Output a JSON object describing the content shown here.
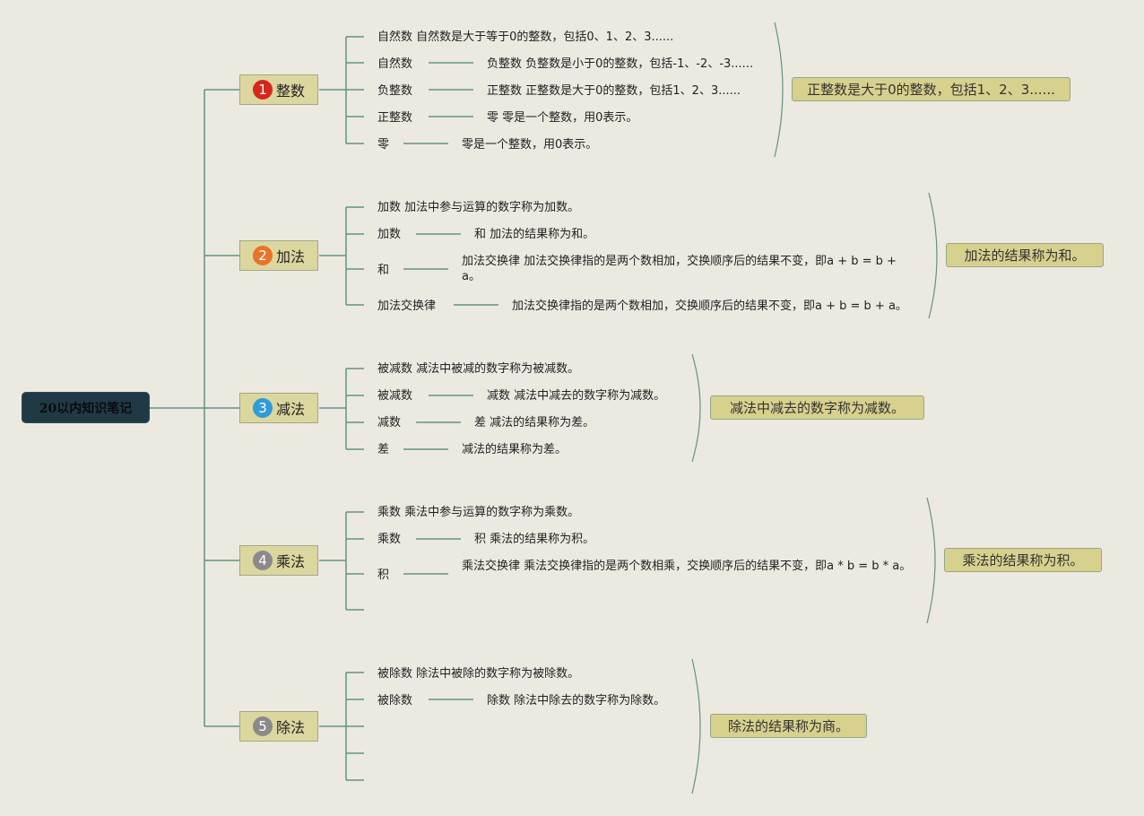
{
  "root": {
    "label": "20以内知识笔记"
  },
  "colors": {
    "background": "#ece9e1",
    "connector": "#5f9483",
    "root_fill": "#1f3a44",
    "topic_fill": "#dcd69f",
    "summary_fill": "#d8d08d",
    "badge_red": "#d7261b",
    "badge_orange": "#e8742a",
    "badge_blue": "#2f9bd8",
    "badge_gray": "#8a8a8a"
  },
  "topics": [
    {
      "num": "1",
      "label": "整数",
      "badge_color": "#d7261b",
      "summary": "正整数是大于0的整数，包括1、2、3......",
      "rows": [
        {
          "parts": [
            "自然数 自然数是大于等于0的整数，包括0、1、2、3......"
          ]
        },
        {
          "parts": [
            "自然数",
            "负整数 负整数是小于0的整数，包括-1、-2、-3......"
          ]
        },
        {
          "parts": [
            "负整数",
            "正整数 正整数是大于0的整数，包括1、2、3......"
          ]
        },
        {
          "parts": [
            "正整数",
            "零 零是一个整数，用0表示。"
          ]
        },
        {
          "parts": [
            "零",
            "零是一个整数，用0表示。"
          ]
        }
      ]
    },
    {
      "num": "2",
      "label": "加法",
      "badge_color": "#e8742a",
      "summary": "加法的结果称为和。",
      "rows": [
        {
          "parts": [
            "加数 加法中参与运算的数字称为加数。"
          ]
        },
        {
          "parts": [
            "加数",
            "和 加法的结果称为和。"
          ]
        },
        {
          "parts": [
            "和",
            "加法交换律 加法交换律指的是两个数相加，交换顺序后的结果不变，即a + b = b + a。"
          ]
        },
        {
          "parts": [
            "加法交换律",
            "加法交换律指的是两个数相加，交换顺序后的结果不变，即a + b = b + a。"
          ]
        }
      ]
    },
    {
      "num": "3",
      "label": "减法",
      "badge_color": "#2f9bd8",
      "summary": "减法中减去的数字称为减数。",
      "rows": [
        {
          "parts": [
            "被减数 减法中被减的数字称为被减数。"
          ]
        },
        {
          "parts": [
            "被减数",
            "减数 减法中减去的数字称为减数。"
          ]
        },
        {
          "parts": [
            "减数",
            "差 减法的结果称为差。"
          ]
        },
        {
          "parts": [
            "差",
            "减法的结果称为差。"
          ]
        }
      ]
    },
    {
      "num": "4",
      "label": "乘法",
      "badge_color": "#8a8a8a",
      "summary": "乘法的结果称为积。",
      "rows": [
        {
          "parts": [
            "乘数 乘法中参与运算的数字称为乘数。"
          ]
        },
        {
          "parts": [
            "乘数",
            "积 乘法的结果称为积。"
          ]
        },
        {
          "parts": [
            "积",
            "乘法交换律 乘法交换律指的是两个数相乘，交换顺序后的结果不变，即a * b = b * a。"
          ]
        },
        {
          "parts": []
        }
      ]
    },
    {
      "num": "5",
      "label": "除法",
      "badge_color": "#8a8a8a",
      "summary": "除法的结果称为商。",
      "rows": [
        {
          "parts": [
            "被除数 除法中被除的数字称为被除数。"
          ]
        },
        {
          "parts": [
            "被除数",
            "除数 除法中除去的数字称为除数。"
          ]
        },
        {
          "parts": []
        },
        {
          "parts": []
        },
        {
          "parts": []
        }
      ]
    }
  ]
}
